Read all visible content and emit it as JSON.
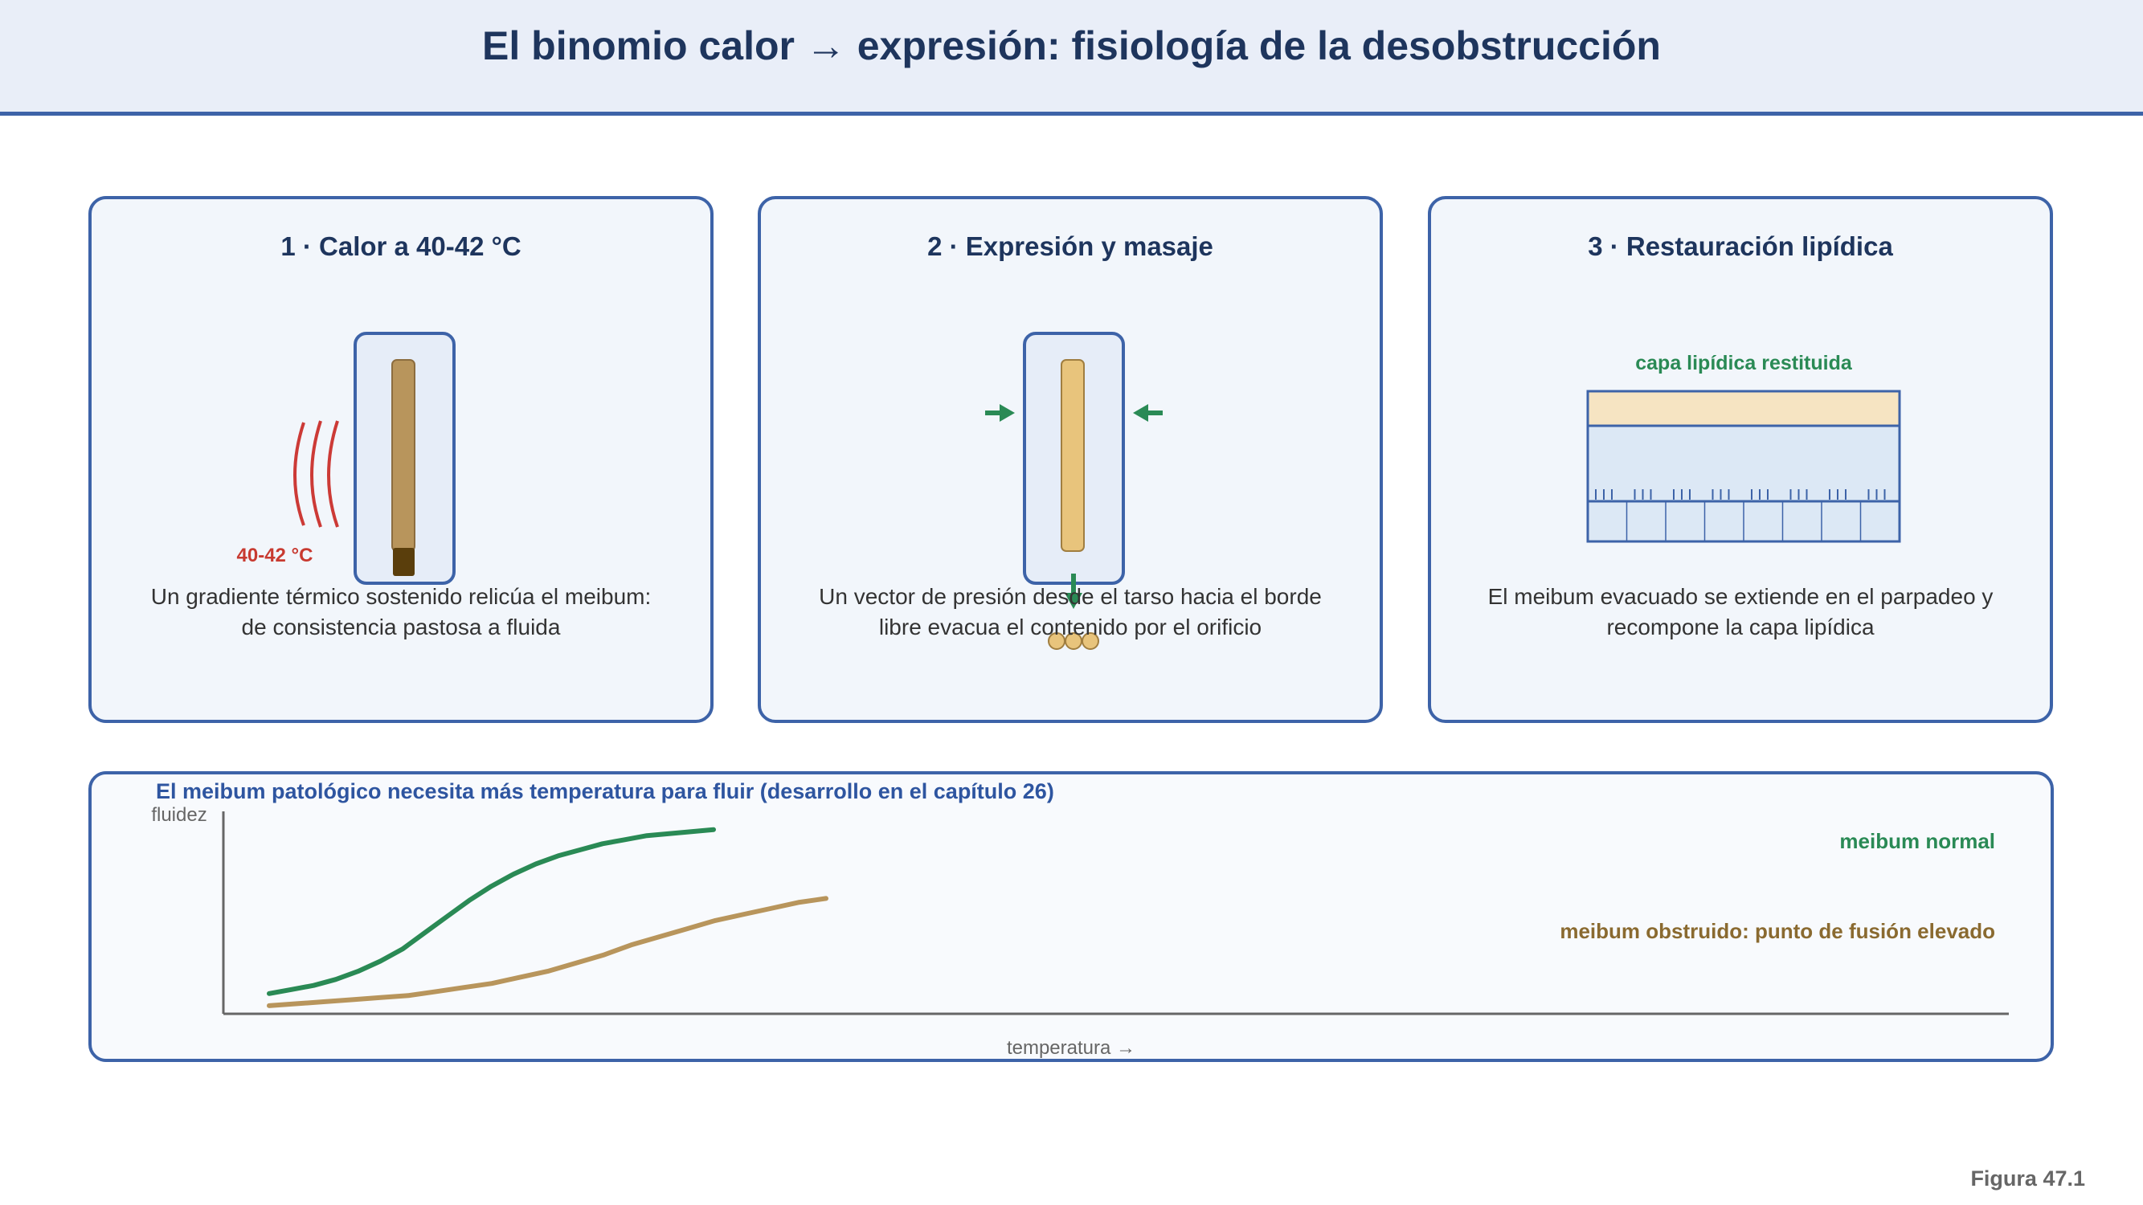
{
  "header": {
    "title": "El binomio calor → expresión: fisiología de la desobstrucción"
  },
  "panels": [
    {
      "title": "1 · Calor a 40-42 °C",
      "label": "40-42 °C",
      "description": "Un gradiente térmico sostenido relicúa el meibum: de consistencia pastosa a fluida"
    },
    {
      "title": "2 · Expresión y masaje",
      "description": "Un vector de presión desde el tarso hacia el borde libre evacua el contenido por el orificio"
    },
    {
      "title": "3 · Restauración lipídica",
      "label": "capa lipídica restituida",
      "description": "El meibum evacuado se extiende en el parpadeo y recompone la capa lipídica"
    }
  ],
  "chart_data": {
    "type": "line",
    "title": "El meibum patológico necesita más temperatura para fluir (desarrollo en el capítulo 26)",
    "xlabel": "temperatura →",
    "ylabel": "fluidez",
    "series": [
      {
        "name": "meibum normal",
        "color": "#2a8a55",
        "x": [
          0.0,
          0.05,
          0.1,
          0.15,
          0.2,
          0.25,
          0.3,
          0.35,
          0.4,
          0.45,
          0.5,
          0.55,
          0.6,
          0.65,
          0.7,
          0.75,
          0.8,
          0.85,
          0.9,
          0.95,
          1.0
        ],
        "y": [
          0.1,
          0.12,
          0.14,
          0.17,
          0.21,
          0.26,
          0.32,
          0.4,
          0.48,
          0.56,
          0.63,
          0.69,
          0.74,
          0.78,
          0.81,
          0.84,
          0.86,
          0.88,
          0.89,
          0.9,
          0.91
        ]
      },
      {
        "name": "meibum obstruido: punto de fusión elevado",
        "color": "#b8955c",
        "x": [
          0.0,
          0.05,
          0.1,
          0.15,
          0.2,
          0.25,
          0.3,
          0.35,
          0.4,
          0.45,
          0.5,
          0.55,
          0.6,
          0.65,
          0.7,
          0.75,
          0.8,
          0.85,
          0.9,
          0.95,
          1.0
        ],
        "y": [
          0.04,
          0.05,
          0.06,
          0.07,
          0.08,
          0.09,
          0.11,
          0.13,
          0.15,
          0.18,
          0.21,
          0.25,
          0.29,
          0.34,
          0.38,
          0.42,
          0.46,
          0.49,
          0.52,
          0.55,
          0.57
        ]
      }
    ]
  },
  "footer": {
    "figure_label": "Figura 47.1"
  }
}
